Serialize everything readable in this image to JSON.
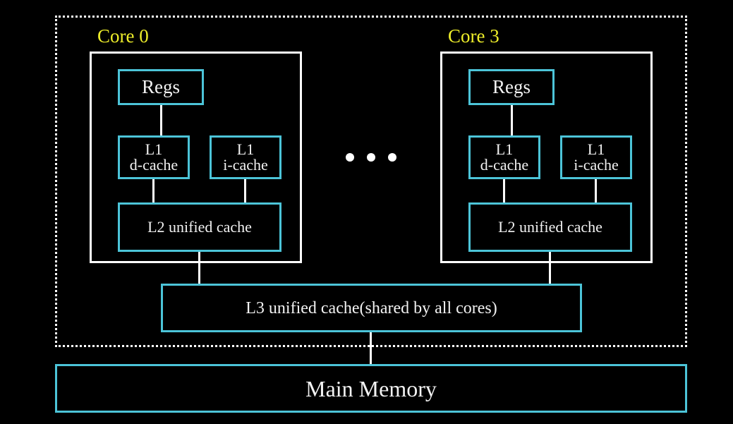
{
  "colors": {
    "cache_border": "#4cc4d8",
    "core_border": "#ffffff",
    "core_label": "#eeee2a",
    "background": "#000000"
  },
  "cores": [
    {
      "label": "Core 0",
      "regs": "Regs",
      "l1d": [
        "L1",
        "d-cache"
      ],
      "l1i": [
        "L1",
        "i-cache"
      ],
      "l2": "L2 unified cache"
    },
    {
      "label": "Core 3",
      "regs": "Regs",
      "l1d": [
        "L1",
        "d-cache"
      ],
      "l1i": [
        "L1",
        "i-cache"
      ],
      "l2": "L2 unified cache"
    }
  ],
  "l3": "L3 unified cache(shared by all cores)",
  "main_memory": "Main Memory",
  "ellipsis_icon": "three-dots"
}
